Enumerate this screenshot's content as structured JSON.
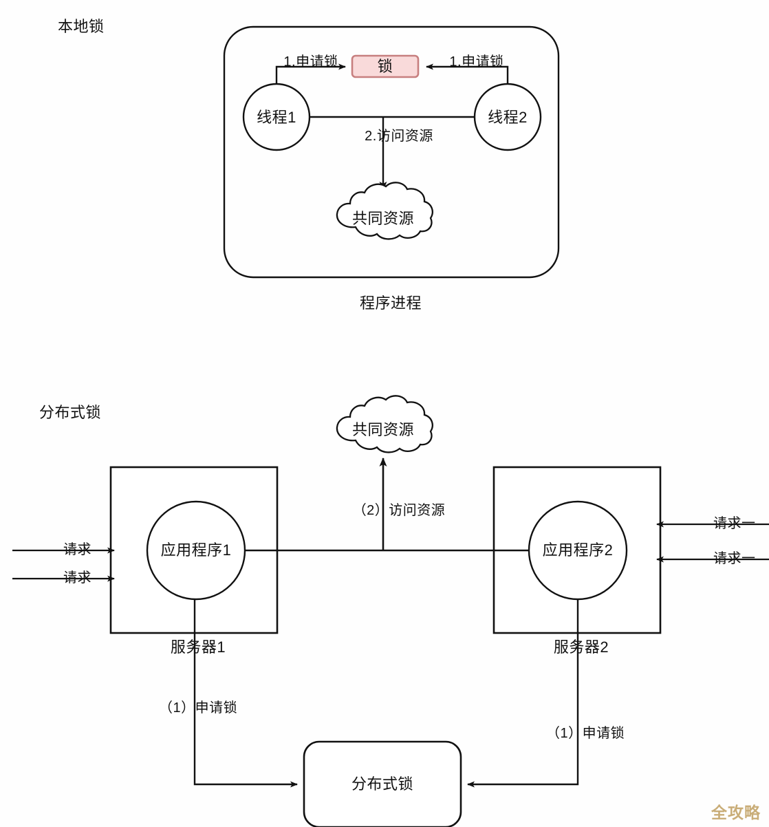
{
  "sections": {
    "local_lock_title": "本地锁",
    "distributed_lock_title": "分布式锁"
  },
  "local": {
    "process_label": "程序进程",
    "lock_box_label": "锁",
    "thread1_label": "线程1",
    "thread2_label": "线程2",
    "shared_resource_label": "共同资源",
    "acquire_lock_left_label": "1.申请锁",
    "acquire_lock_right_label": "1.申请锁",
    "access_resource_label": "2.访问资源",
    "lock_fill_color": "#f9dada",
    "lock_border_color": "#c77f7f"
  },
  "distributed": {
    "shared_resource_label": "共同资源",
    "access_resource_label": "（2）访问资源",
    "server1_label": "服务器1",
    "server2_label": "服务器2",
    "app1_label": "应用程序1",
    "app2_label": "应用程序2",
    "request_left_top_label": "请求",
    "request_left_bottom_label": "请求",
    "request_right_top_label": "请求一",
    "request_right_bottom_label": "请求一",
    "acquire_lock_left_label": "（1）申请锁",
    "acquire_lock_right_label": "（1）申请锁",
    "lock_box_label": "分布式锁"
  },
  "watermark": {
    "text": "全攻略",
    "color": "#c9ad78"
  },
  "stroke": {
    "color": "#111111",
    "width": 2.4
  }
}
